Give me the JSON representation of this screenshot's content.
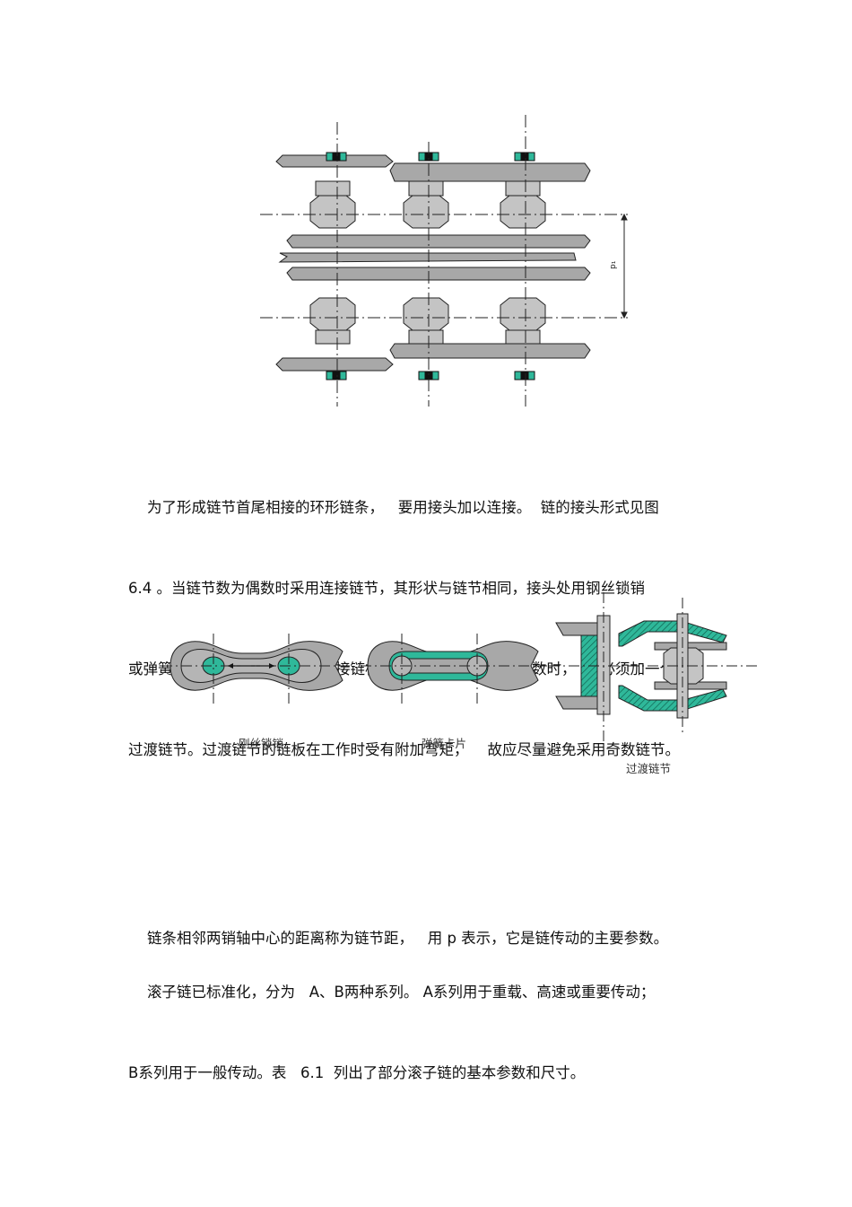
{
  "figure1": {
    "dimension_label": "p₁"
  },
  "paragraph1": {
    "lines": [
      "    为了形成链节首尾相接的环形链条，   要用接头加以连接。  链的接头形式见图",
      "6.4 。当链节数为偶数时采用连接链节，其形状与链节相同，接头处用钢丝锁销",
      "或弹簧卡片等止锁件将链轴与连接链板固定；    当链节数为奇数时，  则必须加一个",
      "过渡链节。过渡链节的链板在工作时受有附加弯矩，    故应尽量避免采用奇数链节。"
    ]
  },
  "figure2": {
    "captions": [
      "刚丝锁销",
      "弹簧卡片",
      "过渡链节"
    ]
  },
  "paragraph2": {
    "lines": [
      "    链条相邻两销轴中心的距离称为链节距，   用 p 表示，它是链传动的主要参数。"
    ]
  },
  "paragraph3": {
    "lines": [
      "    滚子链已标准化，分为   A、B两种系列。 A系列用于重载、高速或重要传动；",
      "B系列用于一般传动。表   6.1  列出了部分滚子链的基本参数和尺寸。"
    ]
  },
  "colors": {
    "plate_fill": "#a8a8a8",
    "roller_fill": "#c4c4c4",
    "teal_accent": "#2fb89a",
    "outline": "#222222"
  }
}
